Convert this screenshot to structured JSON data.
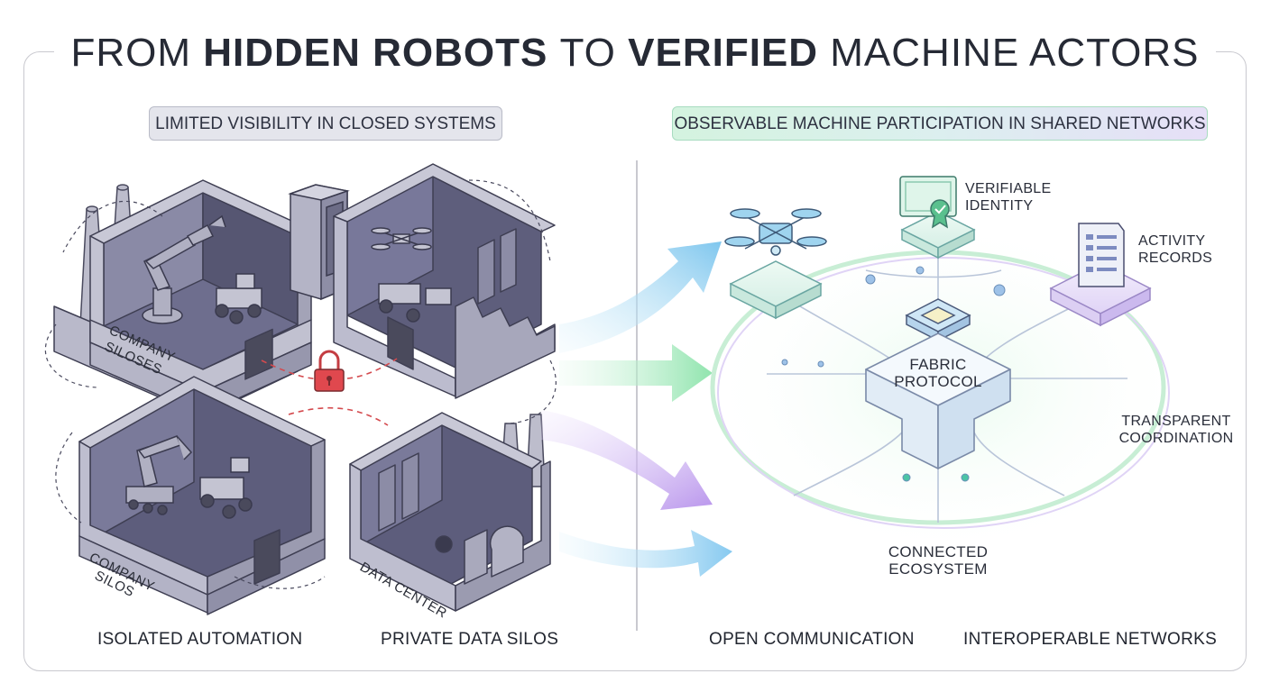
{
  "title": {
    "part1": "FROM",
    "part2": "HIDDEN ROBOTS",
    "part3": "TO",
    "part4": "VERIFIED",
    "part5": "MACHINE ACTORS"
  },
  "left_panel": {
    "header": "LIMITED VISIBILITY IN CLOSED SYSTEMS",
    "buildings": [
      {
        "label_line1": "COMPANY",
        "label_line2": "SILOSES"
      },
      {
        "label_line1": "COMPANY",
        "label_line2": "SILOS"
      },
      {
        "label_line1": "DATA CENTER",
        "label_line2": ""
      }
    ],
    "captions": [
      "ISOLATED AUTOMATION",
      "PRIVATE DATA SILOS"
    ]
  },
  "right_panel": {
    "header": "OBSERVABLE MACHINE PARTICIPATION IN SHARED NETWORKS",
    "hub": {
      "line1": "FABRIC",
      "line2": "PROTOCOL"
    },
    "nodes": [
      {
        "line1": "VERIFIABLE",
        "line2": "IDENTITY"
      },
      {
        "line1": "ACTIVITY",
        "line2": "RECORDS"
      },
      {
        "line1": "TRANSPARENT",
        "line2": "COORDINATION"
      },
      {
        "line1": "CONNECTED",
        "line2": "ECOSYSTEM"
      }
    ],
    "captions": [
      "OPEN COMMUNICATION",
      "INTEROPERABLE NETWORKS"
    ]
  },
  "colors": {
    "frame": "#c9c9cf",
    "closed_walls": "#a9a9bc",
    "closed_interior": "#5f5f7e",
    "lock": "#e0484e",
    "blue_arrow": "#8fd0f0",
    "green_arrow": "#9fe8b8",
    "purple_arrow": "#c6a8ee",
    "network_glow": "#bdeccd"
  },
  "icons": [
    "lock-icon",
    "drone-icon",
    "robot-arm-icon",
    "rover-icon",
    "server-icon",
    "certificate-icon",
    "document-icon",
    "gears-icon",
    "chip-icon"
  ]
}
